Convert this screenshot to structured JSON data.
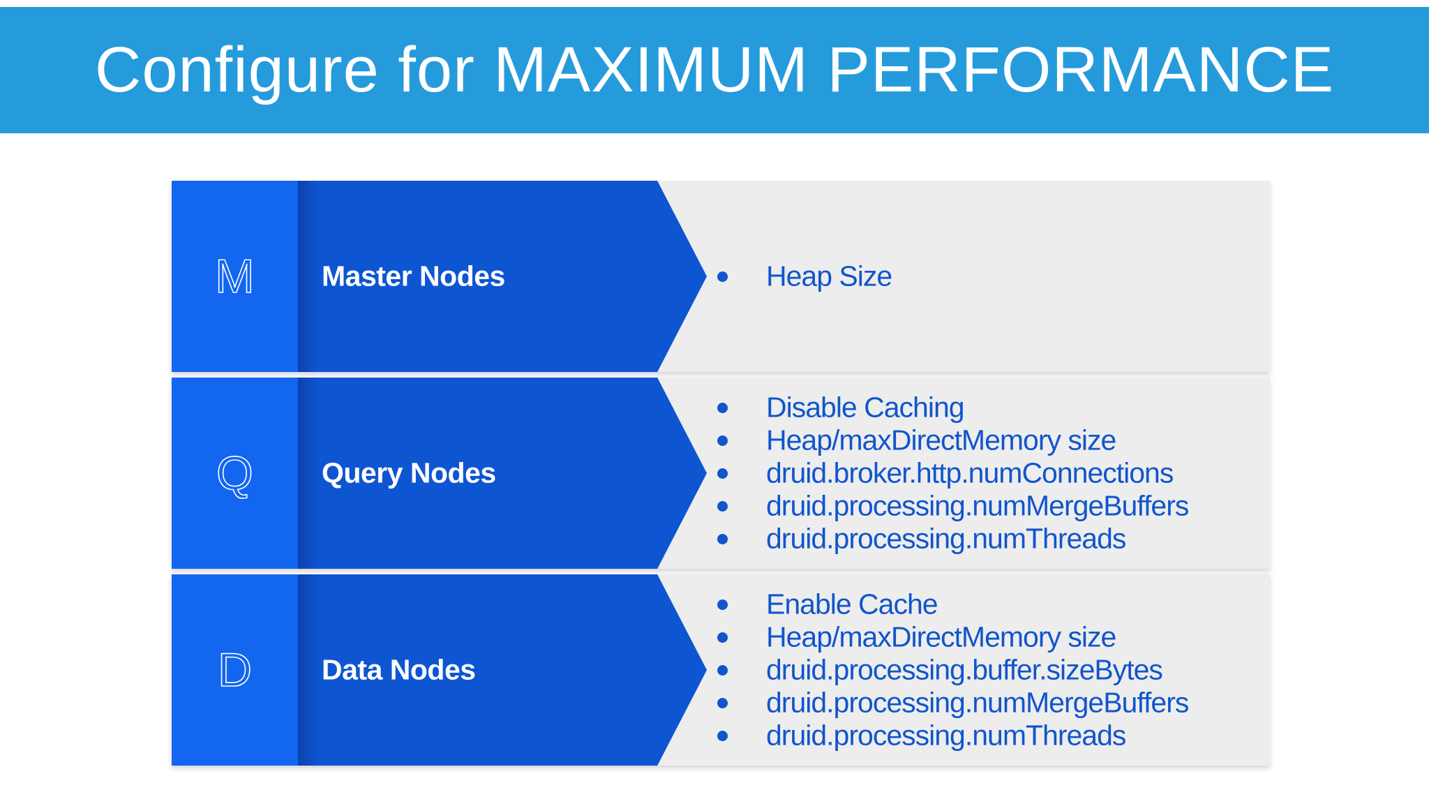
{
  "slide": {
    "title": "Configure for MAXIMUM PERFORMANCE"
  },
  "colors": {
    "header-bg": "#259bdc",
    "badge-blue": "#1266f0",
    "arrow-blue": "#0e55d2",
    "panel-gray": "#ededee",
    "item-blue": "#1155cb",
    "text-white": "#ffffff"
  },
  "rows": [
    {
      "letter": "M",
      "label": "Master Nodes",
      "items": [
        "Heap Size"
      ]
    },
    {
      "letter": "Q",
      "label": "Query Nodes",
      "items": [
        "Disable Caching",
        "Heap/maxDirectMemory size",
        "druid.broker.http.numConnections",
        "druid.processing.numMergeBuffers",
        "druid.processing.numThreads"
      ]
    },
    {
      "letter": "D",
      "label": "Data Nodes",
      "items": [
        "Enable Cache",
        "Heap/maxDirectMemory size",
        "druid.processing.buffer.sizeBytes",
        "druid.processing.numMergeBuffers",
        "druid.processing.numThreads"
      ]
    }
  ]
}
